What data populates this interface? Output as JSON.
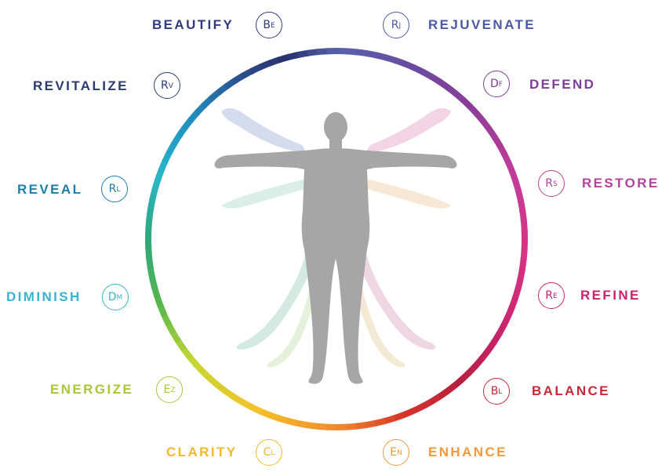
{
  "colors": {
    "beautify": "#2f3b7d",
    "rejuvenate": "#4b5aa3",
    "revitalize": "#2b3b6e",
    "defend": "#7d3d97",
    "reveal": "#1e7ea6",
    "restore": "#b0449a",
    "diminish": "#3bb3cf",
    "refine": "#c9236e",
    "energize": "#a9c73a",
    "balance": "#c8283a",
    "clarity": "#f2b92c",
    "enhance": "#f29a3a",
    "figure": "#a6a6a6"
  },
  "items": {
    "beautify": {
      "label": "BEAUTIFY",
      "b1": "B",
      "b2": "E"
    },
    "rejuvenate": {
      "label": "REJUVENATE",
      "b1": "R",
      "b2": "J"
    },
    "revitalize": {
      "label": "REVITALIZE",
      "b1": "R",
      "b2": "V"
    },
    "defend": {
      "label": "DEFEND",
      "b1": "D",
      "b2": "F"
    },
    "reveal": {
      "label": "REVEAL",
      "b1": "R",
      "b2": "L"
    },
    "restore": {
      "label": "RESTORE",
      "b1": "R",
      "b2": "S"
    },
    "diminish": {
      "label": "DIMINISH",
      "b1": "D",
      "b2": "M"
    },
    "refine": {
      "label": "REFINE",
      "b1": "R",
      "b2": "E"
    },
    "energize": {
      "label": "ENERGIZE",
      "b1": "E",
      "b2": "Z"
    },
    "balance": {
      "label": "BALANCE",
      "b1": "B",
      "b2": "L"
    },
    "clarity": {
      "label": "CLARITY",
      "b1": "C",
      "b2": "L"
    },
    "enhance": {
      "label": "ENHANCE",
      "b1": "E",
      "b2": "N"
    }
  }
}
